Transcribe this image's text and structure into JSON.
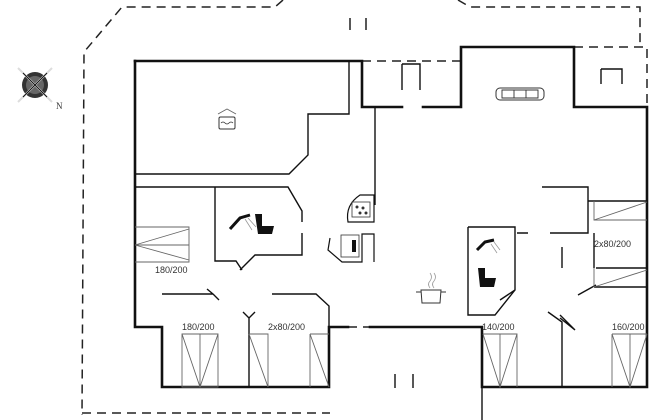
{
  "compass": {
    "north_label": "N"
  },
  "rooms": {
    "bedroom_west": {
      "bed": "180/200"
    },
    "bedroom_south_1": {
      "bed": "180/200"
    },
    "bedroom_south_2": {
      "bed": "2x80/200"
    },
    "bedroom_east": {
      "bed": "2x80/200"
    },
    "bedroom_southeast_1": {
      "bed": "140/200"
    },
    "bedroom_southeast_2": {
      "bed": "160/200"
    }
  }
}
